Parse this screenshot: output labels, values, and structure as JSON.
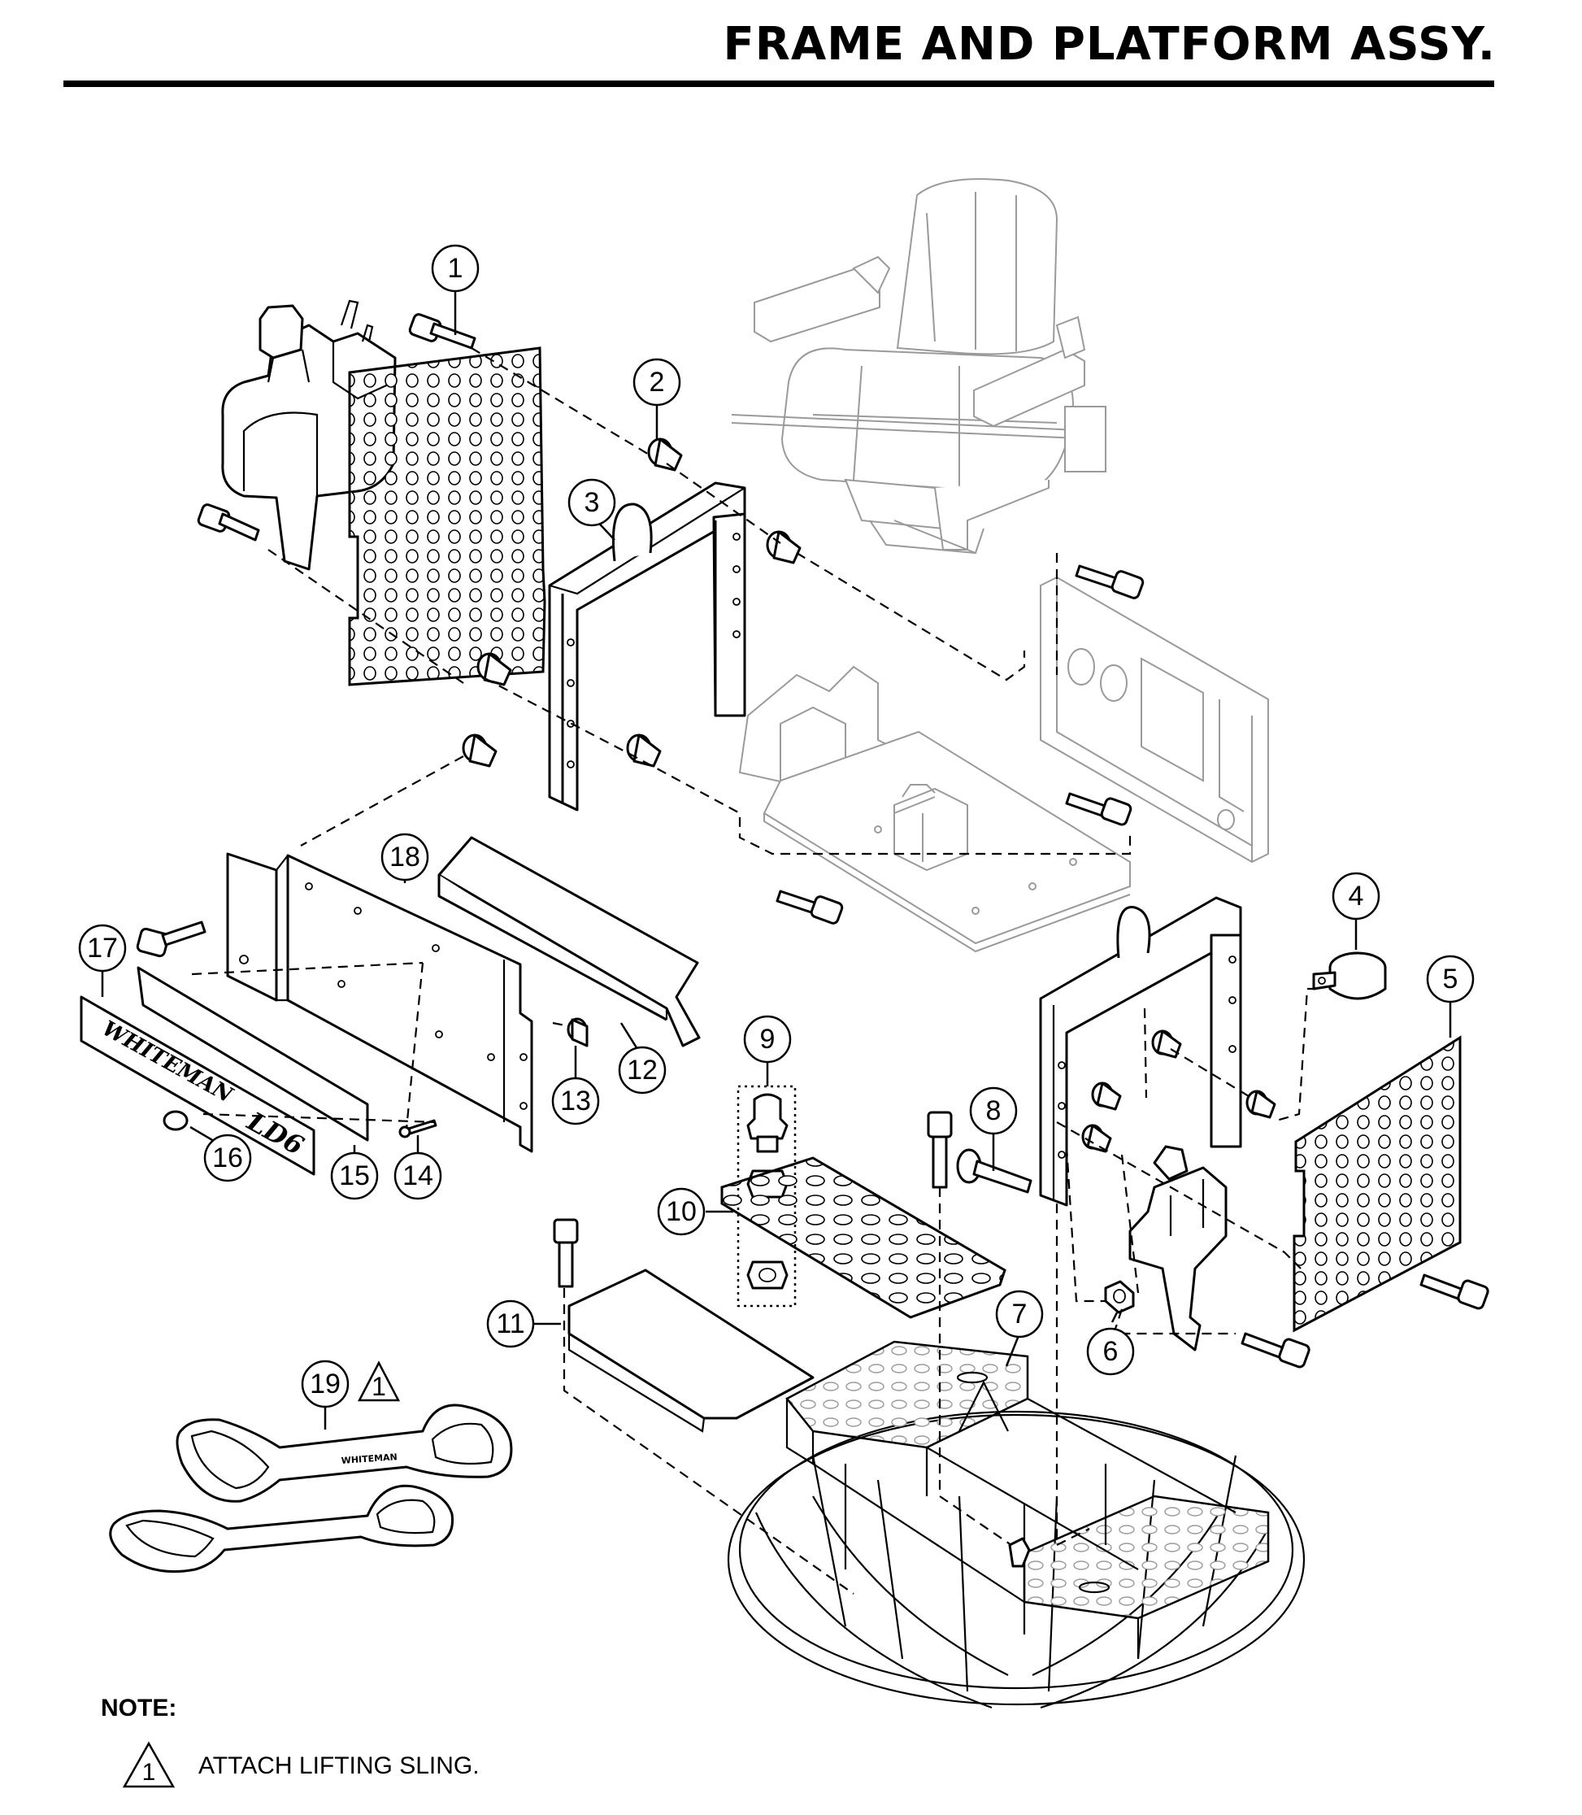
{
  "header": {
    "title": "FRAME AND PLATFORM ASSY."
  },
  "callouts": [
    {
      "number": "1"
    },
    {
      "number": "2"
    },
    {
      "number": "3"
    },
    {
      "number": "4"
    },
    {
      "number": "5"
    },
    {
      "number": "6"
    },
    {
      "number": "7"
    },
    {
      "number": "8"
    },
    {
      "number": "9"
    },
    {
      "number": "10"
    },
    {
      "number": "11"
    },
    {
      "number": "12"
    },
    {
      "number": "13"
    },
    {
      "number": "14"
    },
    {
      "number": "15"
    },
    {
      "number": "16"
    },
    {
      "number": "17"
    },
    {
      "number": "18"
    },
    {
      "number": "19"
    }
  ],
  "callout_19_note_symbol": "1",
  "nameplate": {
    "brand": "WHITEMAN",
    "model": "LD6"
  },
  "sling_label": "WHITEMAN",
  "note": {
    "heading": "NOTE:",
    "items": [
      {
        "symbol": "1",
        "text": "ATTACH LIFTING SLING."
      }
    ]
  }
}
